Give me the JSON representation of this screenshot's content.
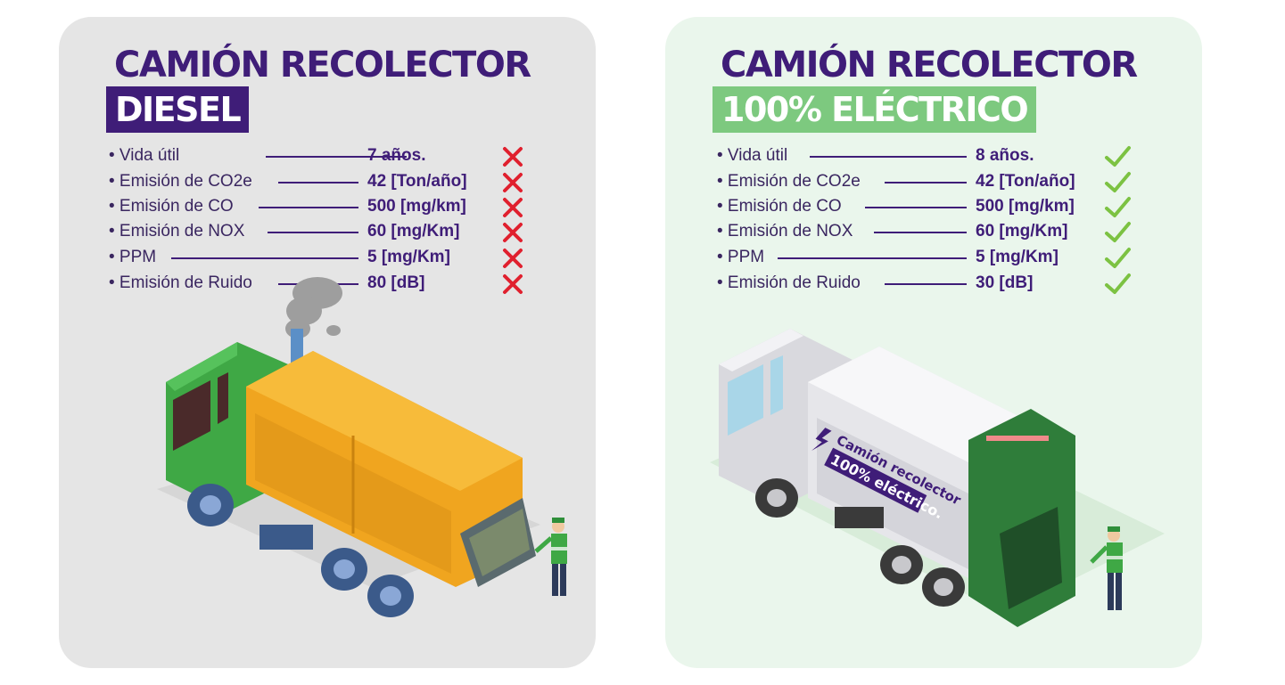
{
  "diesel": {
    "title": "CAMIÓN RECOLECTOR",
    "badge": "DIESEL",
    "rows": [
      {
        "label": "• Vida útil",
        "value": "7 años."
      },
      {
        "label": "• Emisión de CO2e",
        "value": "42 [Ton/año]"
      },
      {
        "label": "• Emisión de CO",
        "value": "500 [mg/km]"
      },
      {
        "label": "• Emisión de NOX",
        "value": "60 [mg/Km]"
      },
      {
        "label": "• PPM",
        "value": "5 [mg/Km]"
      },
      {
        "label": "• Emisión de Ruido",
        "value": "80 [dB]"
      }
    ],
    "mark_icon": "cross-icon",
    "mark_color": "#e0202e",
    "accent": "#3f1d78"
  },
  "electric": {
    "title": "CAMIÓN RECOLECTOR",
    "badge": "100% ELÉCTRICO",
    "rows": [
      {
        "label": "• Vida útil",
        "value": "8 años."
      },
      {
        "label": "• Emisión de CO2e",
        "value": "42 [Ton/año]"
      },
      {
        "label": "• Emisión de CO",
        "value": "500 [mg/km]"
      },
      {
        "label": "• Emisión de NOX",
        "value": "60 [mg/Km]"
      },
      {
        "label": "• PPM",
        "value": "5 [mg/Km]"
      },
      {
        "label": "• Emisión de Ruido",
        "value": "30 [dB]"
      }
    ],
    "mark_icon": "check-icon",
    "mark_color": "#7cc242",
    "accent": "#7dc97f",
    "truck_text_line1": "Camión recolector",
    "truck_text_line2": "100% eléctrico."
  }
}
